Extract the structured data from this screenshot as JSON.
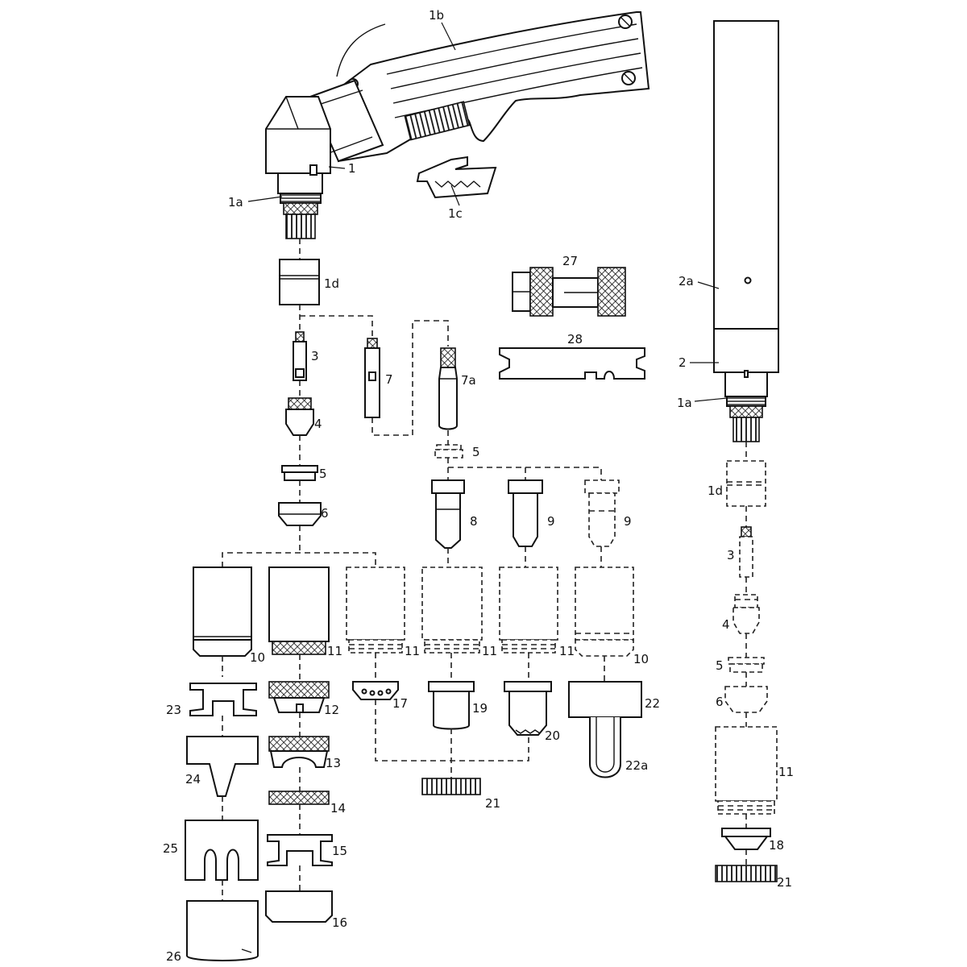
{
  "labels": {
    "l1": "1",
    "l1a_top": "1a",
    "l1a_right": "1a",
    "l1b": "1b",
    "l1c": "1c",
    "l1d_left": "1d",
    "l1d_right": "1d",
    "l2": "2",
    "l2a": "2a",
    "l3_left": "3",
    "l3_right": "3",
    "l4_left": "4",
    "l4_right": "4",
    "l5_left": "5",
    "l5_mid": "5",
    "l5_right": "5",
    "l6_left": "6",
    "l6_right": "6",
    "l7": "7",
    "l7a": "7a",
    "l8": "8",
    "l9_a": "9",
    "l9_b": "9",
    "l10_a": "10",
    "l10_b": "10",
    "l11_a": "11",
    "l11_b": "11",
    "l11_c": "11",
    "l11_d": "11",
    "l11_right": "11",
    "l12": "12",
    "l13": "13",
    "l14": "14",
    "l15": "15",
    "l16": "16",
    "l17": "17",
    "l18": "18",
    "l19": "19",
    "l20": "20",
    "l21_mid": "21",
    "l21_right": "21",
    "l22": "22",
    "l22a": "22a",
    "l23": "23",
    "l24": "24",
    "l25": "25",
    "l26": "26",
    "l27": "27",
    "l28": "28"
  }
}
